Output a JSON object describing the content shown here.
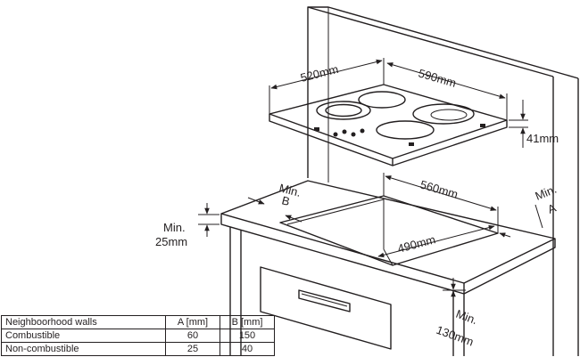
{
  "labels": {
    "hob_depth": "520mm",
    "hob_width": "590mm",
    "hob_height": "41mm",
    "cutout_width": "560mm",
    "cutout_depth": "490mm",
    "min_b_1": "Min.",
    "min_b_2": "B",
    "min_a_1": "Min.",
    "min_a_2": "A",
    "min_25_1": "Min.",
    "min_25_2": "25mm",
    "min_130_1": "Min.",
    "min_130_2": "130mm"
  },
  "table": {
    "headers": [
      "Neighboorhood walls",
      "A [mm]",
      "B [mm]"
    ],
    "rows": [
      [
        "Combustible",
        "60",
        "150"
      ],
      [
        "Non-combustible",
        "25",
        "40"
      ]
    ]
  }
}
